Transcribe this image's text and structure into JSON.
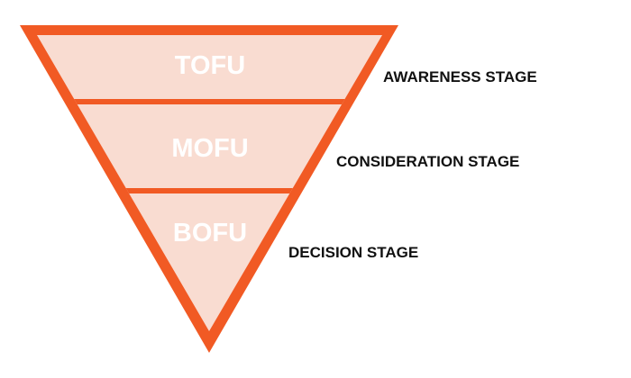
{
  "colors": {
    "outline": "#F15A24",
    "fill": "#F9DCD1",
    "level_text": "#FFFFFF",
    "stage_text": "#111111"
  },
  "funnel": {
    "levels": [
      {
        "label": "TOFU",
        "stage": "AWARENESS STAGE"
      },
      {
        "label": "MOFU",
        "stage": "CONSIDERATION STAGE"
      },
      {
        "label": "BOFU",
        "stage": "DECISION STAGE"
      }
    ]
  }
}
